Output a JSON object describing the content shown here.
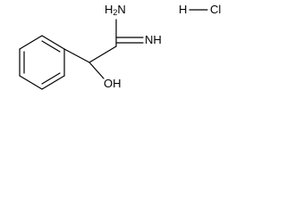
{
  "molecule": {
    "labels": {
      "amine": "H2N",
      "imine": "NH",
      "hydroxyl": "OH",
      "hydrogen": "H",
      "chlorine": "Cl"
    },
    "colors": {
      "bond": "#000000",
      "text": "#000000",
      "background": "#ffffff"
    }
  }
}
